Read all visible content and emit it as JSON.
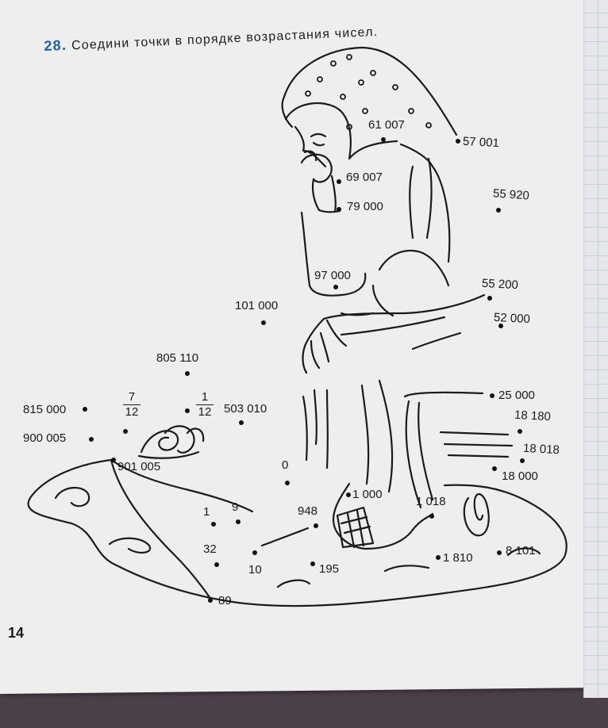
{
  "exercise": {
    "number": "28.",
    "instruction": "Соедини точки в порядке возрастания чисел."
  },
  "page_number": "14",
  "points": [
    {
      "label": "57 001"
    },
    {
      "label": "61 007"
    },
    {
      "label": "69 007"
    },
    {
      "label": "79 000"
    },
    {
      "label": "55 920"
    },
    {
      "label": "97 000"
    },
    {
      "label": "101 000"
    },
    {
      "label": "55 200"
    },
    {
      "label": "52 000"
    },
    {
      "label": "805 110"
    },
    {
      "label": "815 000"
    },
    {
      "label": "503 010"
    },
    {
      "label": "900 005"
    },
    {
      "label": "901 005"
    },
    {
      "label": "25 000"
    },
    {
      "label": "18 180"
    },
    {
      "label": "18 018"
    },
    {
      "label": "18 000"
    },
    {
      "label": "0"
    },
    {
      "label": "1 000"
    },
    {
      "label": "1 018"
    },
    {
      "label": "1"
    },
    {
      "label": "9"
    },
    {
      "label": "948"
    },
    {
      "label": "32"
    },
    {
      "label": "10"
    },
    {
      "label": "195"
    },
    {
      "label": "1 810"
    },
    {
      "label": "8 101"
    },
    {
      "label": "89"
    }
  ],
  "fractions": [
    {
      "numerator": "7",
      "denominator": "12"
    },
    {
      "numerator": "1",
      "denominator": "12"
    }
  ],
  "picture": "line drawing of a woman in a dotted headscarf sitting in a puddle"
}
